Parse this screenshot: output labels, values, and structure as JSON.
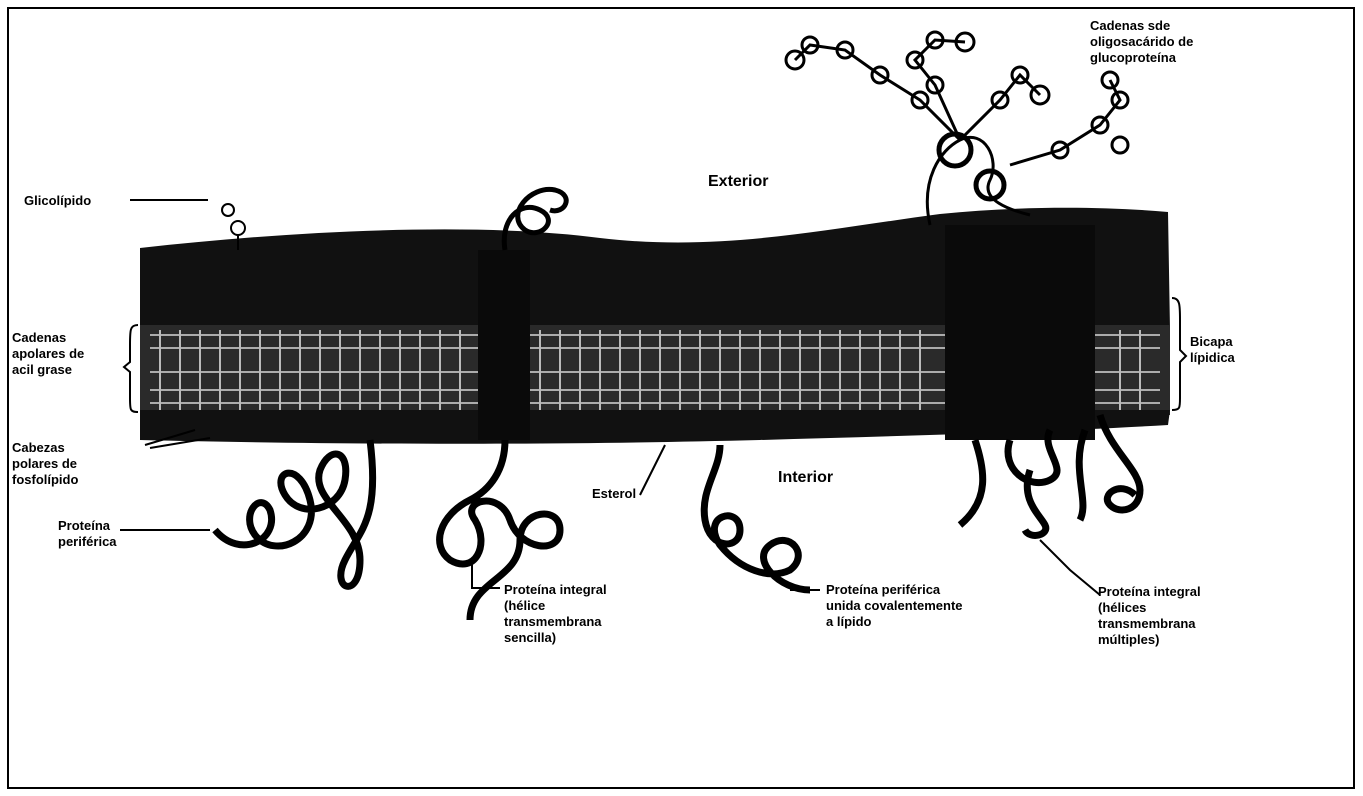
{
  "labels": {
    "exterior": "Exterior",
    "interior": "Interior",
    "oligosaccharide": "Cadenas sde\noligosacárido de\nglucoproteína",
    "glycolipid": "Glicolípido",
    "acyl_chains": "Cadenas\napolares de\nacil grase",
    "phospholipid_heads": "Cabezas\npolares de\nfosfolípido",
    "peripheral_protein": "Proteína\nperiférica",
    "sterol": "Esterol",
    "integral_single": "Proteína integral\n(hélice\ntransmembrana\nsencilla)",
    "peripheral_lipid": "Proteína periférica\nunida covalentemente\na lípido",
    "integral_multiple": "Proteína integral\n(hélices\ntransmembrana\nmúltiples)",
    "bilayer": "Bicapa\nlípidica"
  },
  "colors": {
    "ink": "#000000",
    "bg": "#ffffff"
  }
}
